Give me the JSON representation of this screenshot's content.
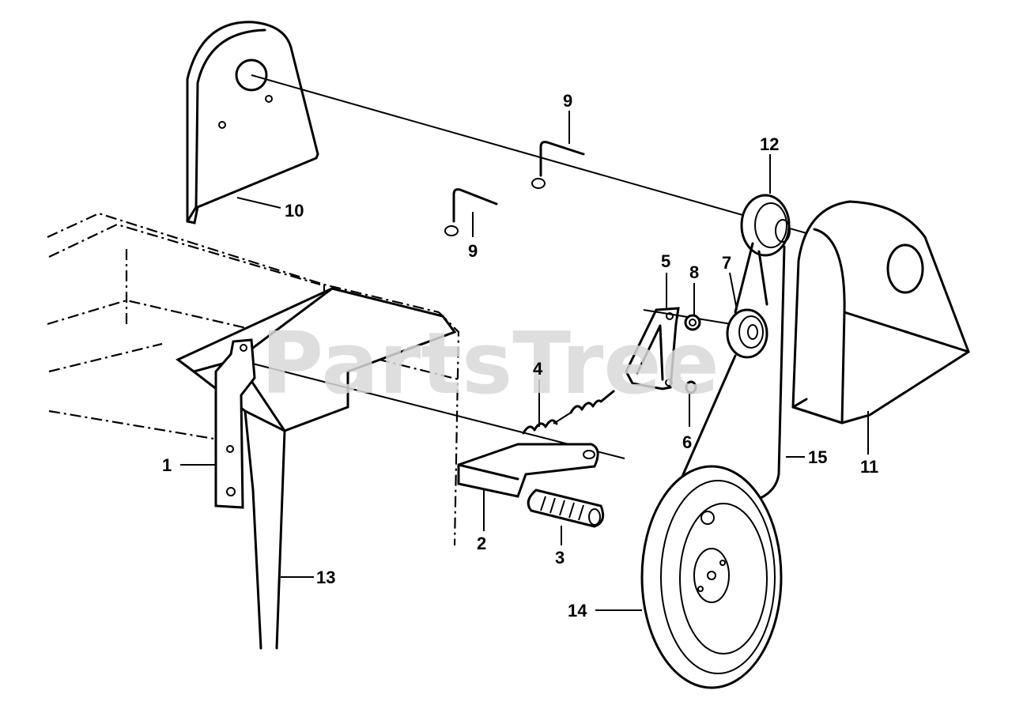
{
  "diagram": {
    "watermark": "PartsTree",
    "callouts": {
      "c1": "1",
      "c2": "2",
      "c3": "3",
      "c4": "4",
      "c5": "5",
      "c6": "6",
      "c7": "7",
      "c8": "8",
      "c9a": "9",
      "c9b": "9",
      "c10": "10",
      "c11": "11",
      "c12": "12",
      "c13": "13",
      "c14": "14",
      "c15": "15"
    }
  }
}
